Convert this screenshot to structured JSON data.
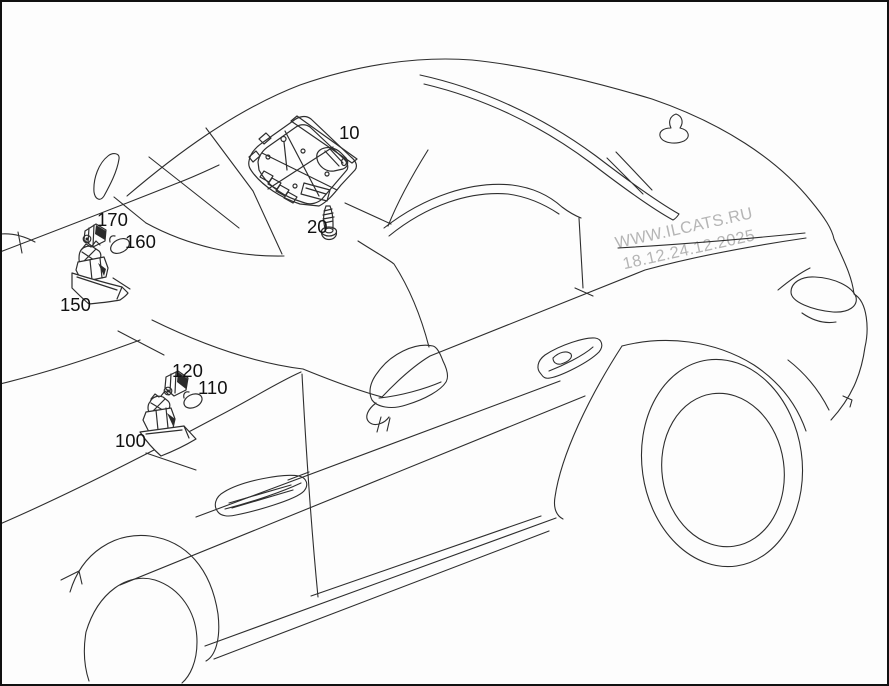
{
  "diagram": {
    "watermark": {
      "line1": "WWW.ILCATS.RU",
      "line2": "18.12.24.12.2025"
    },
    "colors": {
      "line": "#2e2e2e",
      "background": "#fdfdfd",
      "border": "#111111",
      "label": "#111111",
      "watermark": "#b5b5b5"
    },
    "callouts": [
      {
        "label": "10"
      },
      {
        "label": "20"
      },
      {
        "label": "170"
      },
      {
        "label": "160"
      },
      {
        "label": "150"
      },
      {
        "label": "120"
      },
      {
        "label": "110"
      },
      {
        "label": "100"
      }
    ]
  }
}
